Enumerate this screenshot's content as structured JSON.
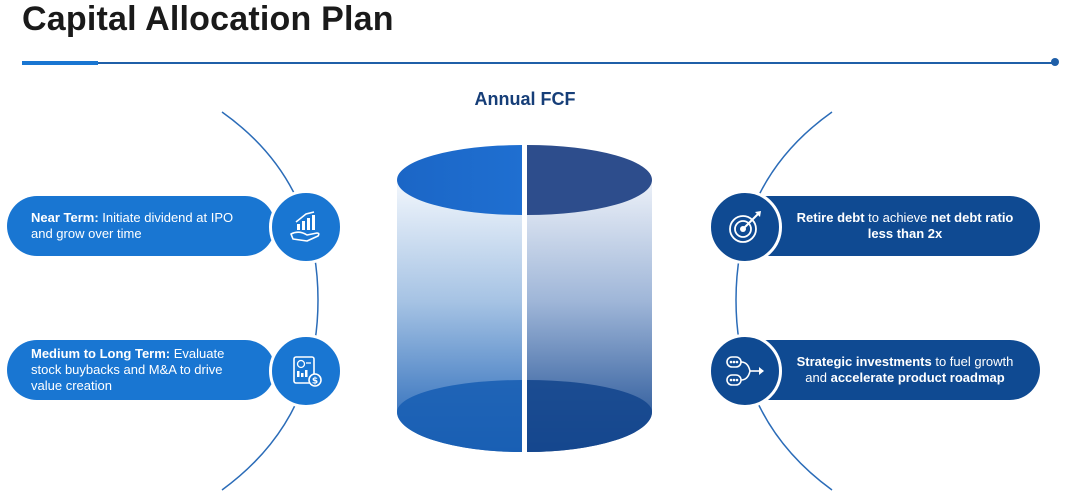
{
  "title": "Capital Allocation Plan",
  "center_label": "Annual FCF",
  "left": [
    {
      "bold": "Near Term:",
      "text": " Initiate dividend at IPO and grow over time",
      "icon": "growth-chart-hand-icon"
    },
    {
      "bold": "Medium to Long Term:",
      "text": " Evaluate stock buybacks and M&A to drive value creation",
      "icon": "document-dollar-icon"
    }
  ],
  "right": [
    {
      "bold1": "Retire debt",
      "text1": " to achieve ",
      "bold2": "net debt ratio less than 2x",
      "icon": "target-arrow-icon"
    },
    {
      "bold1": "Strategic investments",
      "text1": " to fuel growth and ",
      "bold2": "accelerate product roadmap",
      "icon": "merge-flow-icon"
    }
  ],
  "colors": {
    "primary": "#1976d2",
    "dark": "#0f4a92",
    "title": "#1a1a1a",
    "label": "#163e78"
  }
}
